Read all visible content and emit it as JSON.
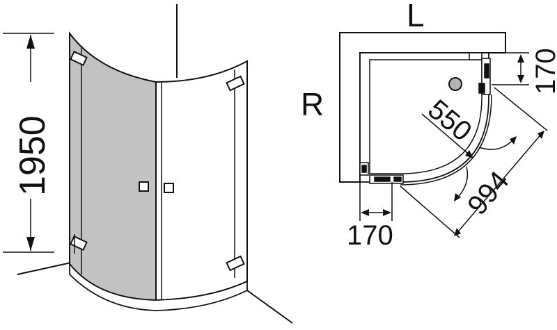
{
  "dimensions": {
    "height": "1950",
    "side_panel_left": "170",
    "side_panel_right": "170",
    "radius": "550",
    "diagonal": "994"
  },
  "wall_labels": {
    "right_wall": "R",
    "left_wall": "L"
  },
  "colors": {
    "line": "#111111",
    "glass": "#c2c2c2",
    "glass_clear": "#ffffff",
    "tray_fill": "#ffffff",
    "drain": "#b3b3b3"
  }
}
